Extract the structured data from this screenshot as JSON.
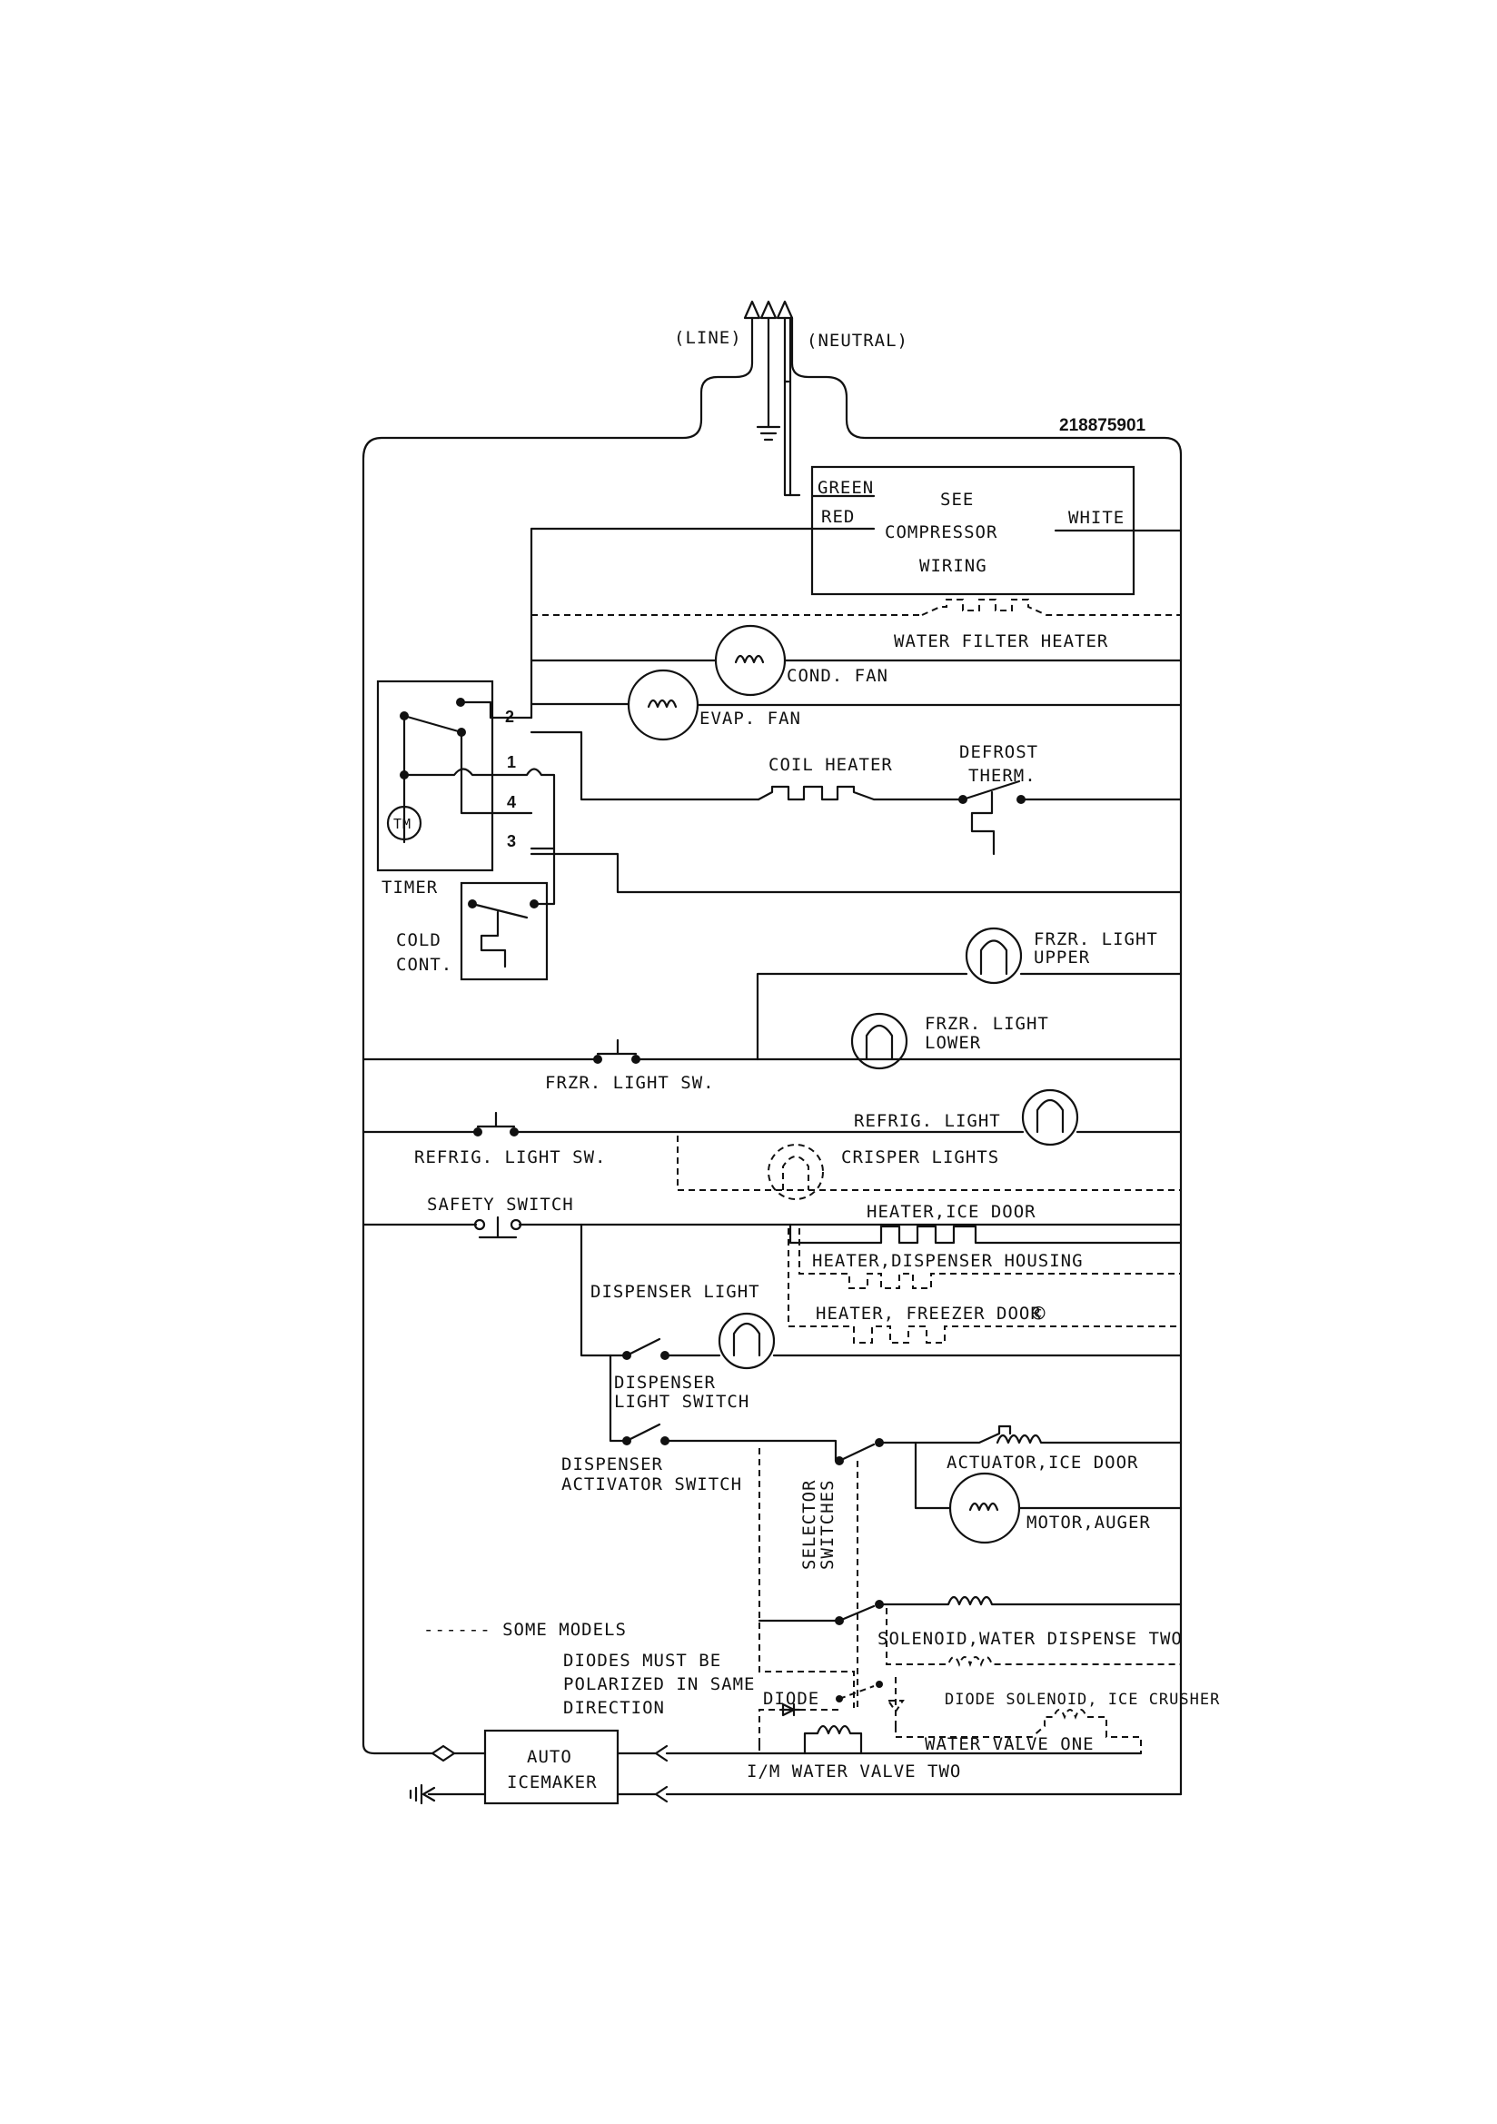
{
  "diagram": {
    "part_number": "218875901",
    "supply": {
      "line": "(LINE)",
      "neutral": "(NEUTRAL)"
    },
    "compressor": {
      "green": "GREEN",
      "red": "RED",
      "see": "SEE",
      "compressor": "COMPRESSOR",
      "wiring": "WIRING",
      "white": "WHITE"
    },
    "loads": {
      "water_filter_heater": "WATER FILTER HEATER",
      "cond_fan": "COND. FAN",
      "evap_fan": "EVAP. FAN",
      "coil_heater": "COIL HEATER",
      "defrost_1": "DEFROST",
      "defrost_2": "THERM.",
      "frzr_light_upper_1": "FRZR. LIGHT",
      "frzr_light_upper_2": "UPPER",
      "frzr_light_lower_1": "FRZR. LIGHT",
      "frzr_light_lower_2": "LOWER",
      "refrig_light": "REFRIG. LIGHT",
      "crisper_lights": "CRISPER LIGHTS",
      "heater_ice_door": "HEATER,ICE DOOR",
      "heater_dispenser_housing": "HEATER,DISPENSER HOUSING",
      "heater_freezer_door": "HEATER, FREEZER DOOR",
      "copyright": "©",
      "dispenser_light": "DISPENSER LIGHT",
      "actuator_ice_door": "ACTUATOR,ICE DOOR",
      "motor_auger": "MOTOR,AUGER",
      "solenoid_water_two": "SOLENOID,WATER DISPENSE TWO",
      "diode_solenoid_ice": "DIODE SOLENOID, ICE CRUSHER",
      "water_valve_one": "WATER VALVE ONE",
      "im_water_valve_two": "I/M WATER VALVE TWO",
      "diode": "DIODE"
    },
    "controls": {
      "timer": "TIMER",
      "tm": "TM",
      "t2": "2",
      "t1": "1",
      "t4": "4",
      "t3": "3",
      "cold_cont_1": "COLD",
      "cold_cont_2": "CONT.",
      "frzr_light_sw": "FRZR. LIGHT SW.",
      "refrig_light_sw": "REFRIG. LIGHT SW.",
      "safety_switch": "SAFETY SWITCH",
      "dispenser_light_switch_1": "DISPENSER",
      "dispenser_light_switch_2": "LIGHT SWITCH",
      "dispenser_activator_1": "DISPENSER",
      "dispenser_activator_2": "ACTIVATOR SWITCH",
      "selector_1": "SELECTOR",
      "selector_2": "SWITCHES",
      "auto_icemaker_1": "AUTO",
      "auto_icemaker_2": "ICEMAKER"
    },
    "notes": {
      "some_models": "------ SOME MODELS",
      "diodes_1": "DIODES MUST BE",
      "diodes_2": "POLARIZED IN SAME",
      "diodes_3": "DIRECTION"
    }
  }
}
